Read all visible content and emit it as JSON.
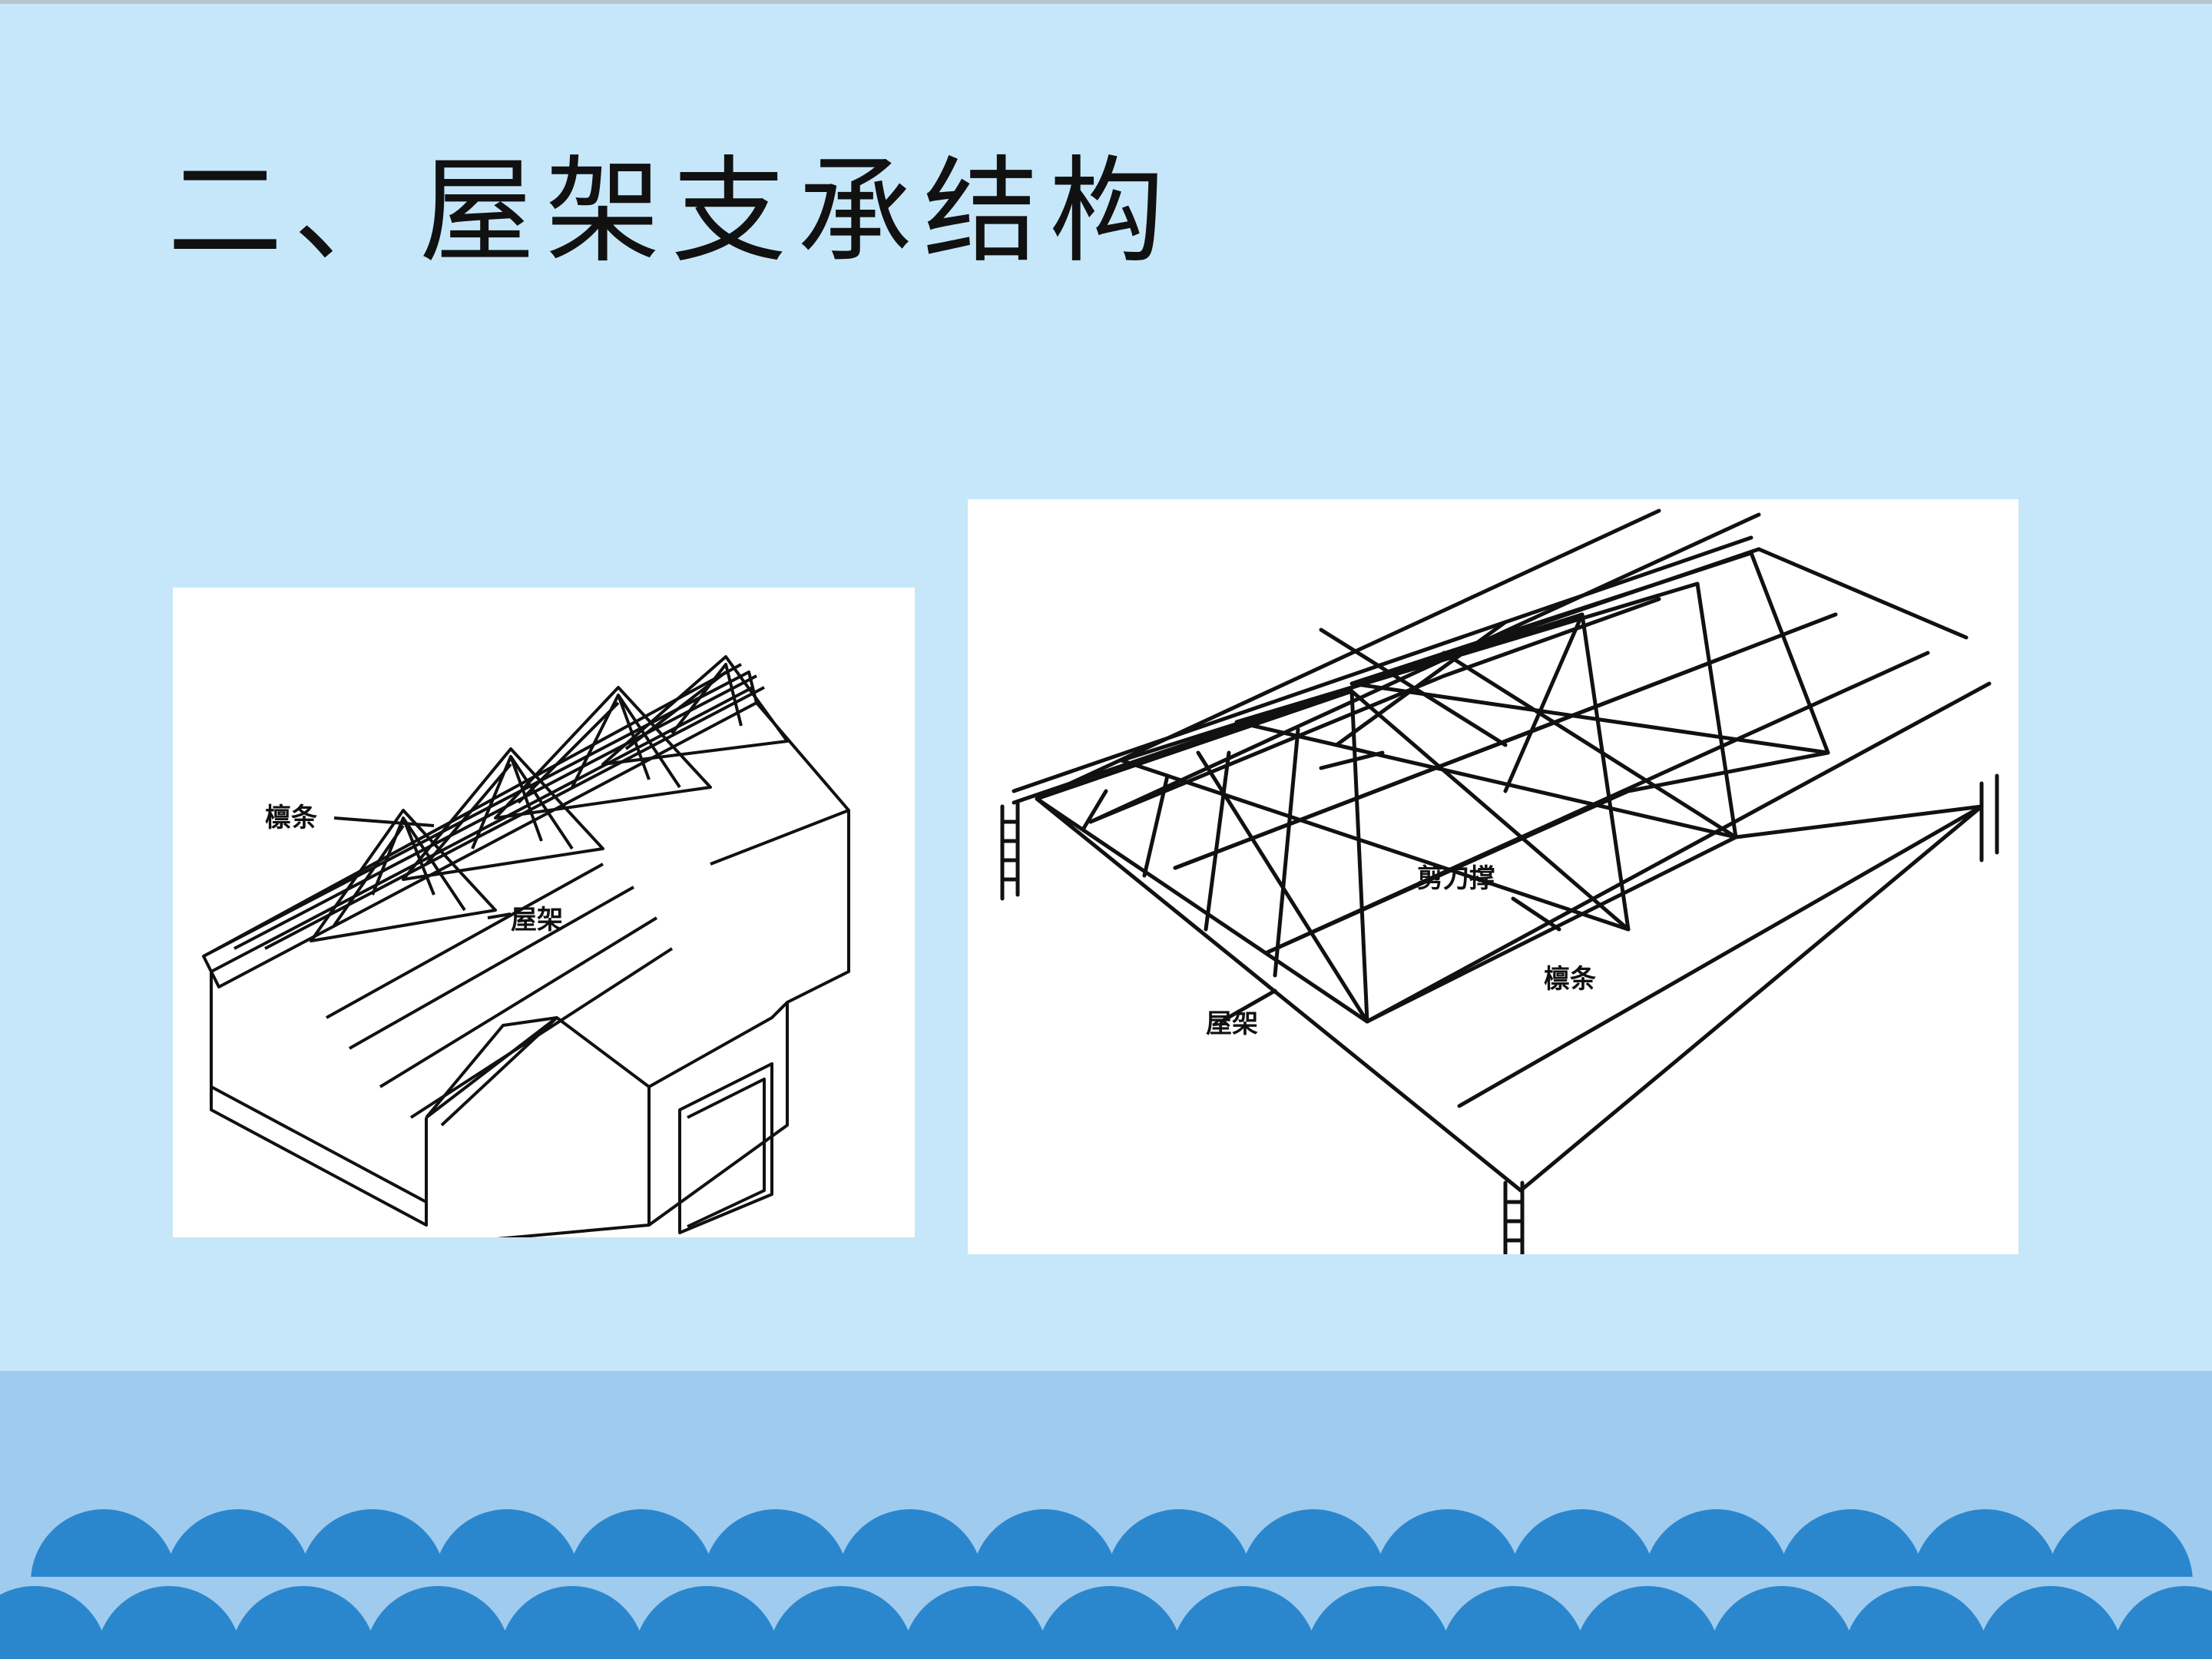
{
  "slide": {
    "title": "二、屋架支承结构"
  },
  "figure_left": {
    "labels": {
      "purlin": "檩条",
      "roof_truss": "屋架"
    }
  },
  "figure_right": {
    "labels": {
      "scissor_brace": "剪刀撑",
      "purlin": "檩条",
      "roof_truss": "屋架"
    }
  },
  "colors": {
    "background": "#c6e7fa",
    "footer_band": "#9fcbef",
    "wave": "#2b87cd"
  }
}
